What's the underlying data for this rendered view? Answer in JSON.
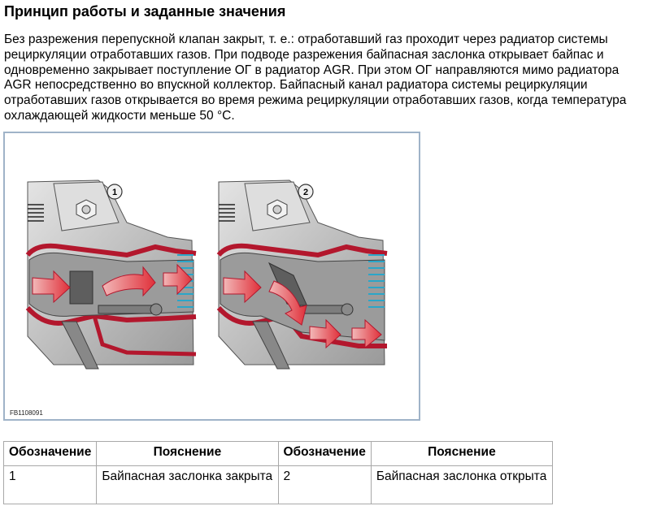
{
  "heading": "Принцип работы и заданные значения",
  "paragraph": "Без разрежения перепускной клапан закрыт, т. е.: отработавший газ проходит через радиатор системы рециркуляции отработавших газов. При подводе разрежения байпасная заслонка открывает байпас и одновременно закрывает поступление ОГ в радиатор AGR. При этом ОГ направляются мимо радиатора AGR непосредственно во впускной коллектор. Байпасный канал радиатора системы рециркуляции отработавших газов открывается во время режима рециркуляции отработавших газов, когда температура охлаждающей жидкости меньше 50 °C.",
  "figure": {
    "code": "FB1108091",
    "panel_1_label": "1",
    "panel_2_label": "2"
  },
  "legend_table": {
    "headers": [
      "Обозначение",
      "Пояснение",
      "Обозначение",
      "Пояснение"
    ],
    "rows": [
      [
        "1",
        "Байпасная заслонка закрыта",
        "2",
        "Байпасная заслонка открыта"
      ]
    ]
  }
}
